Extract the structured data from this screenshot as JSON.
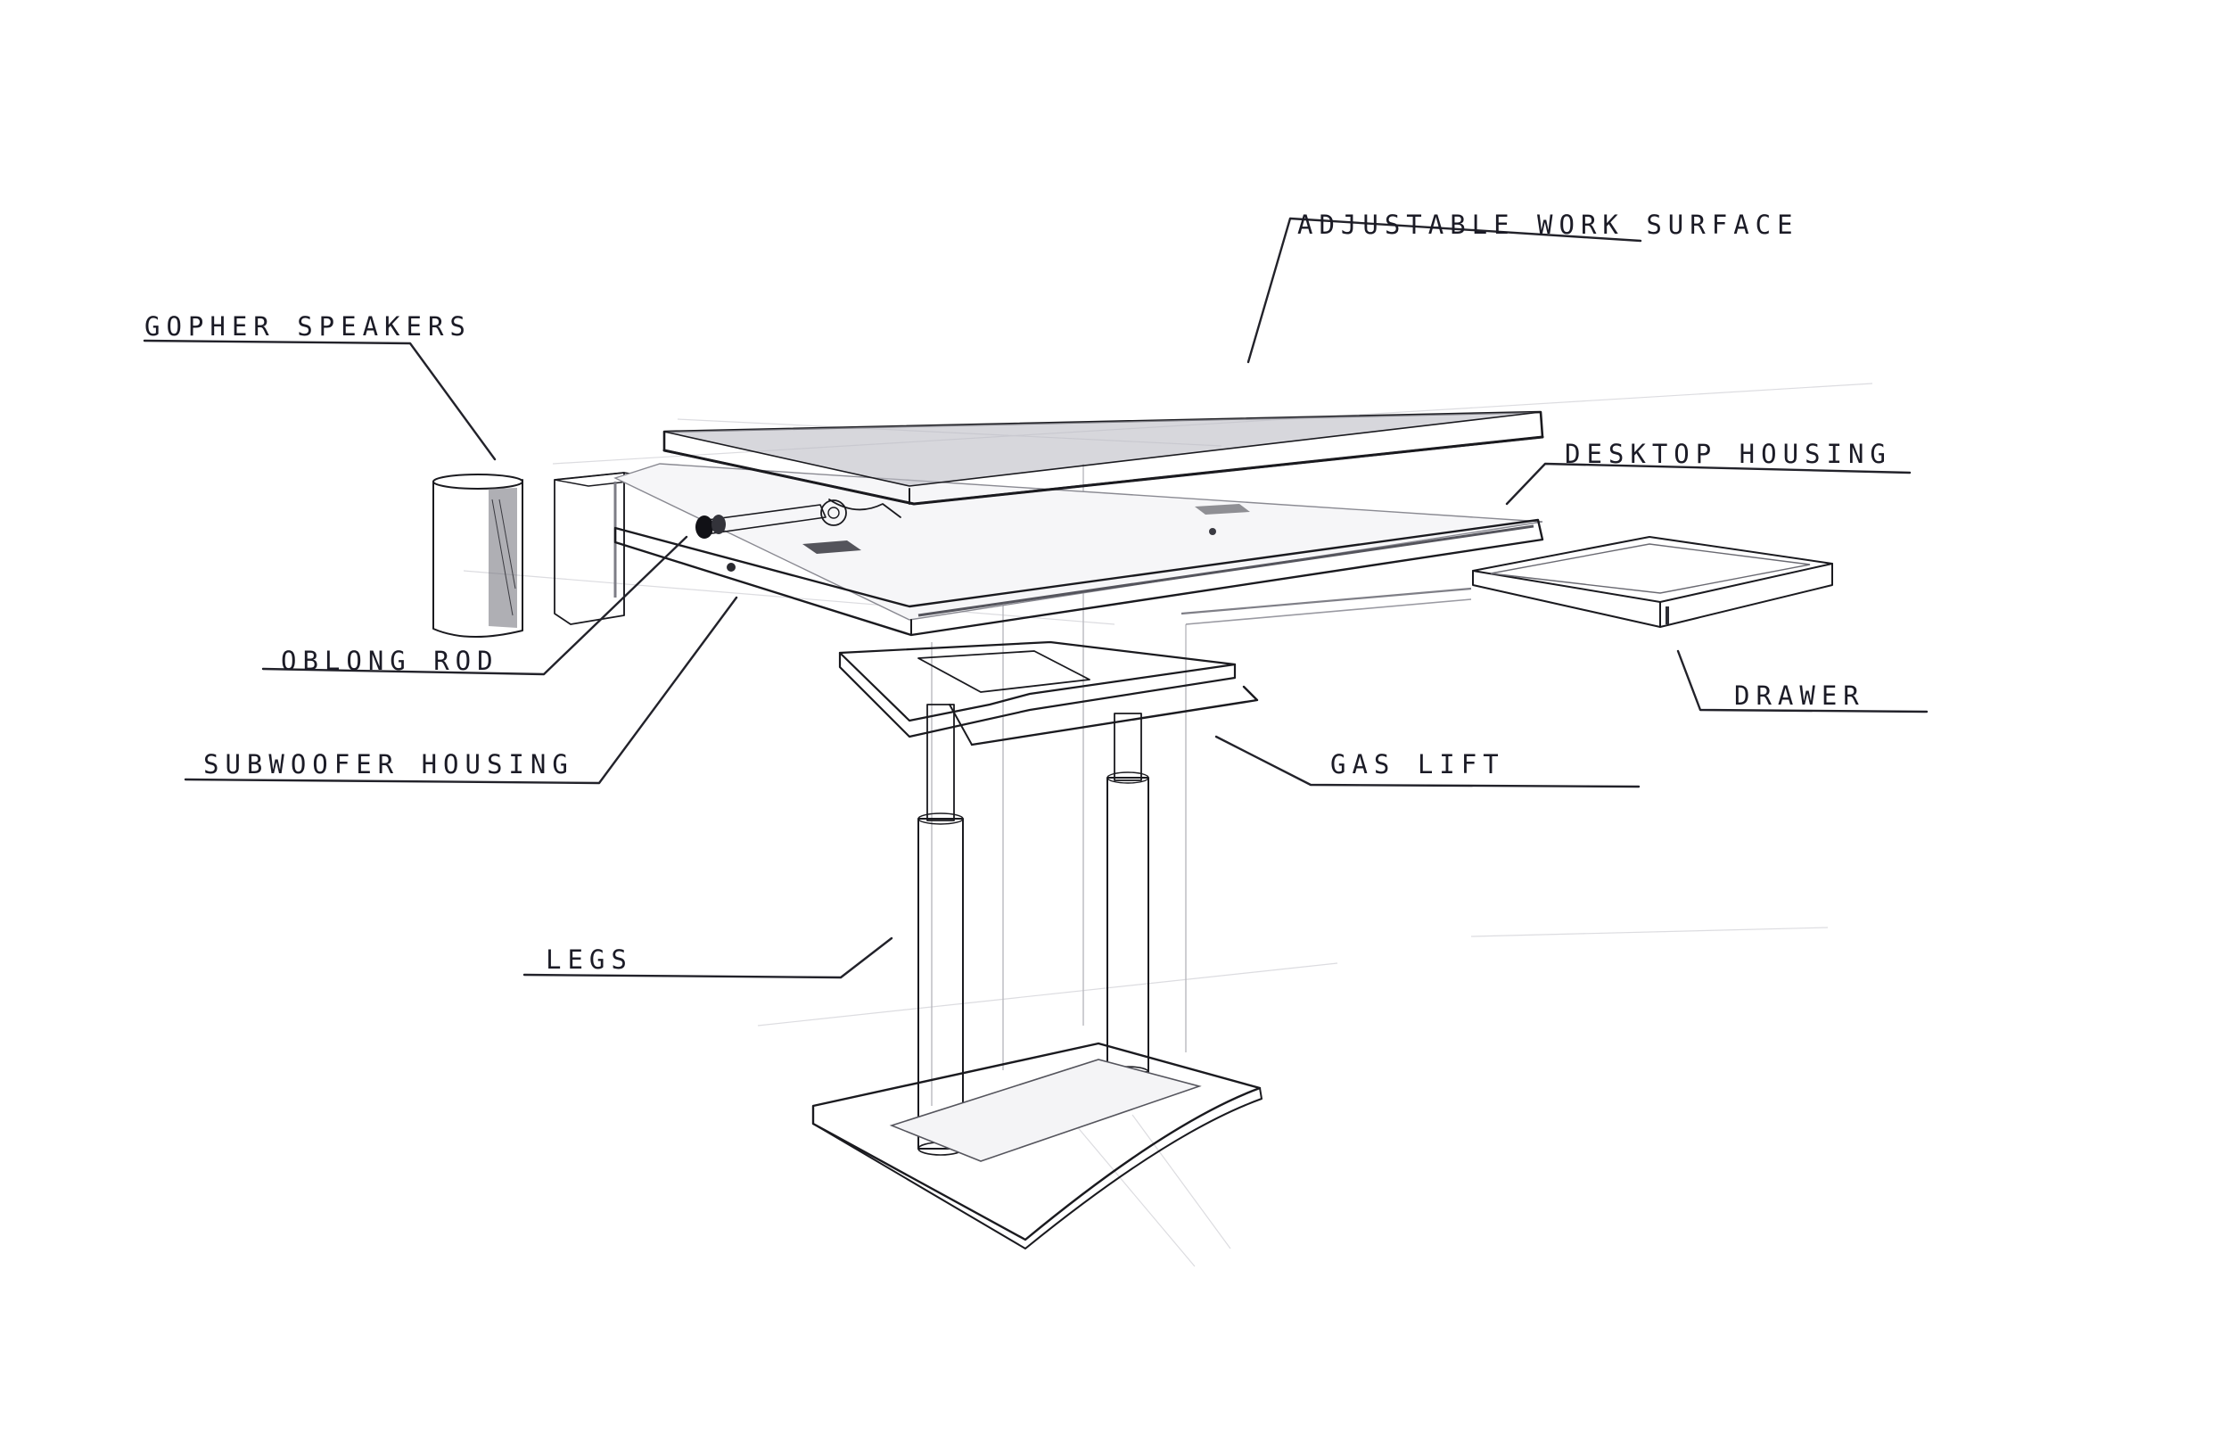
{
  "labels": {
    "adjustable_work_surface": "ADJUSTABLE WORK SURFACE",
    "gopher_speakers": "GOPHER SPEAKERS",
    "desktop_housing": "DESKTOP HOUSING",
    "oblong_rod": "OBLONG ROD",
    "drawer": "DRAWER",
    "subwoofer_housing": "SUBWOOFER HOUSING",
    "gas_lift": "GAS LIFT",
    "legs": "LEGS"
  },
  "colors": {
    "ink": "#1a1a1f",
    "tone_light": "#d6d6da",
    "tone_mid": "#a9a9b0",
    "tone_dark": "#5c5c64",
    "paper": "#ffffff"
  }
}
